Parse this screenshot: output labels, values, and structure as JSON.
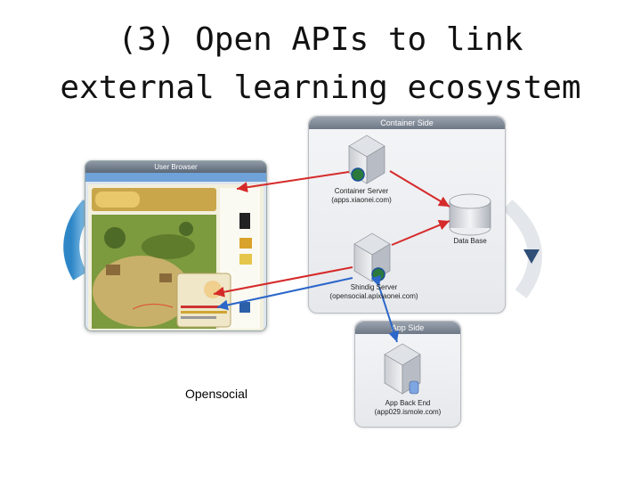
{
  "title": {
    "line1": "(3) Open APIs to link",
    "line2": "external learning ecosystem"
  },
  "diagram": {
    "container_side": {
      "header": "Container Side"
    },
    "app_side": {
      "header": "App Side"
    },
    "browser": {
      "header": "User Browser"
    },
    "nodes": {
      "container_server": {
        "name": "Container Server",
        "host": "(apps.xiaonei.com)"
      },
      "shindig_server": {
        "name": "Shindig Server",
        "host": "(opensocial.apixiaonei.com)"
      },
      "database": {
        "name": "Data Base"
      },
      "app_back_end": {
        "name": "App Back End",
        "host": "(app029.ismole.com)"
      }
    },
    "caption": "Opensocial",
    "colors": {
      "red_arrow": "#d52a2a",
      "blue_arrow": "#2b66c9"
    }
  }
}
